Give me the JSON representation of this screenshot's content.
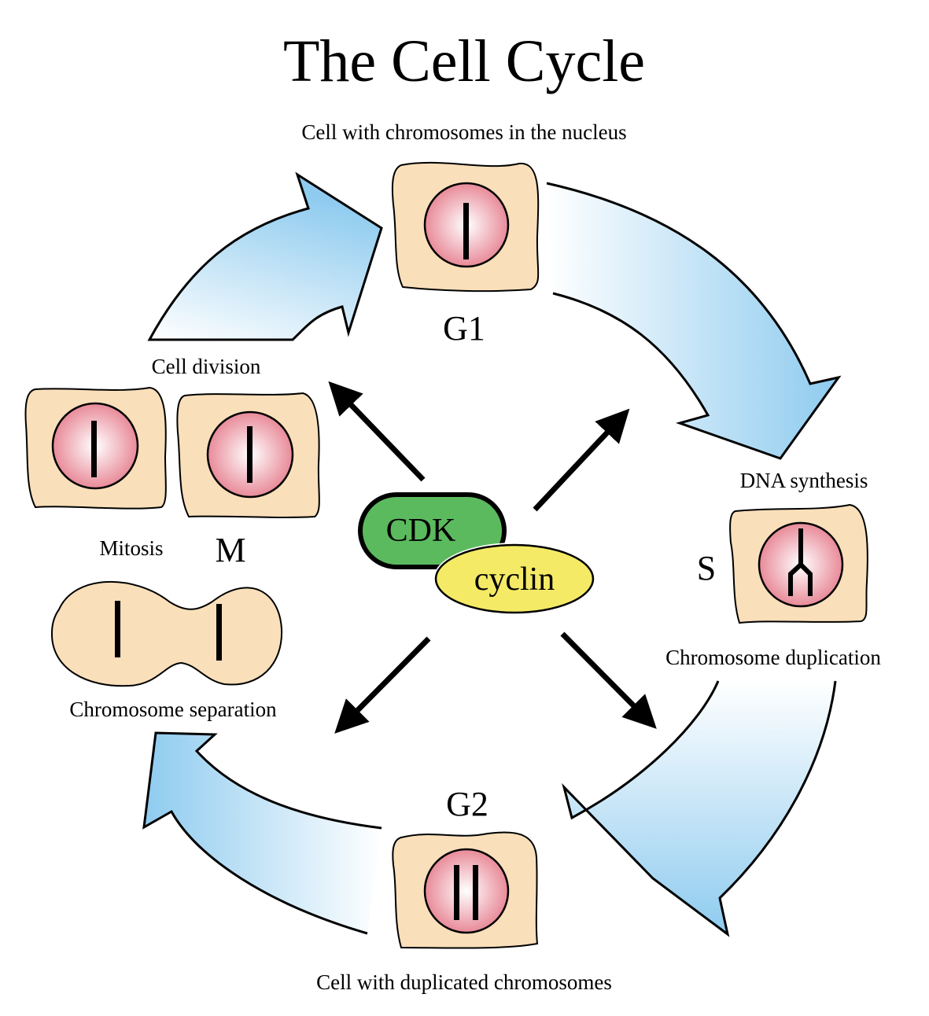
{
  "title": "The Cell Cycle",
  "phases": {
    "g1": {
      "name": "G1",
      "caption": "Cell with chromosomes in the nucleus"
    },
    "s": {
      "name": "S",
      "caption_top": "DNA synthesis",
      "caption_bottom": "Chromosome duplication"
    },
    "g2": {
      "name": "G2",
      "caption": "Cell with duplicated chromosomes"
    },
    "m": {
      "name": "M",
      "label": "Mitosis",
      "division_caption": "Cell division",
      "separation_caption": "Chromosome separation"
    }
  },
  "center": {
    "cdk": "CDK",
    "cyclin": "cyclin"
  },
  "colors": {
    "cytoplasm": "#f9dfba",
    "nucleus_edge": "#e88a98",
    "nucleus_center": "#ffffff",
    "arrow_blue": "#8ecbef",
    "cdk_green": "#5cba5e",
    "cyclin_yellow": "#f4ea66"
  }
}
